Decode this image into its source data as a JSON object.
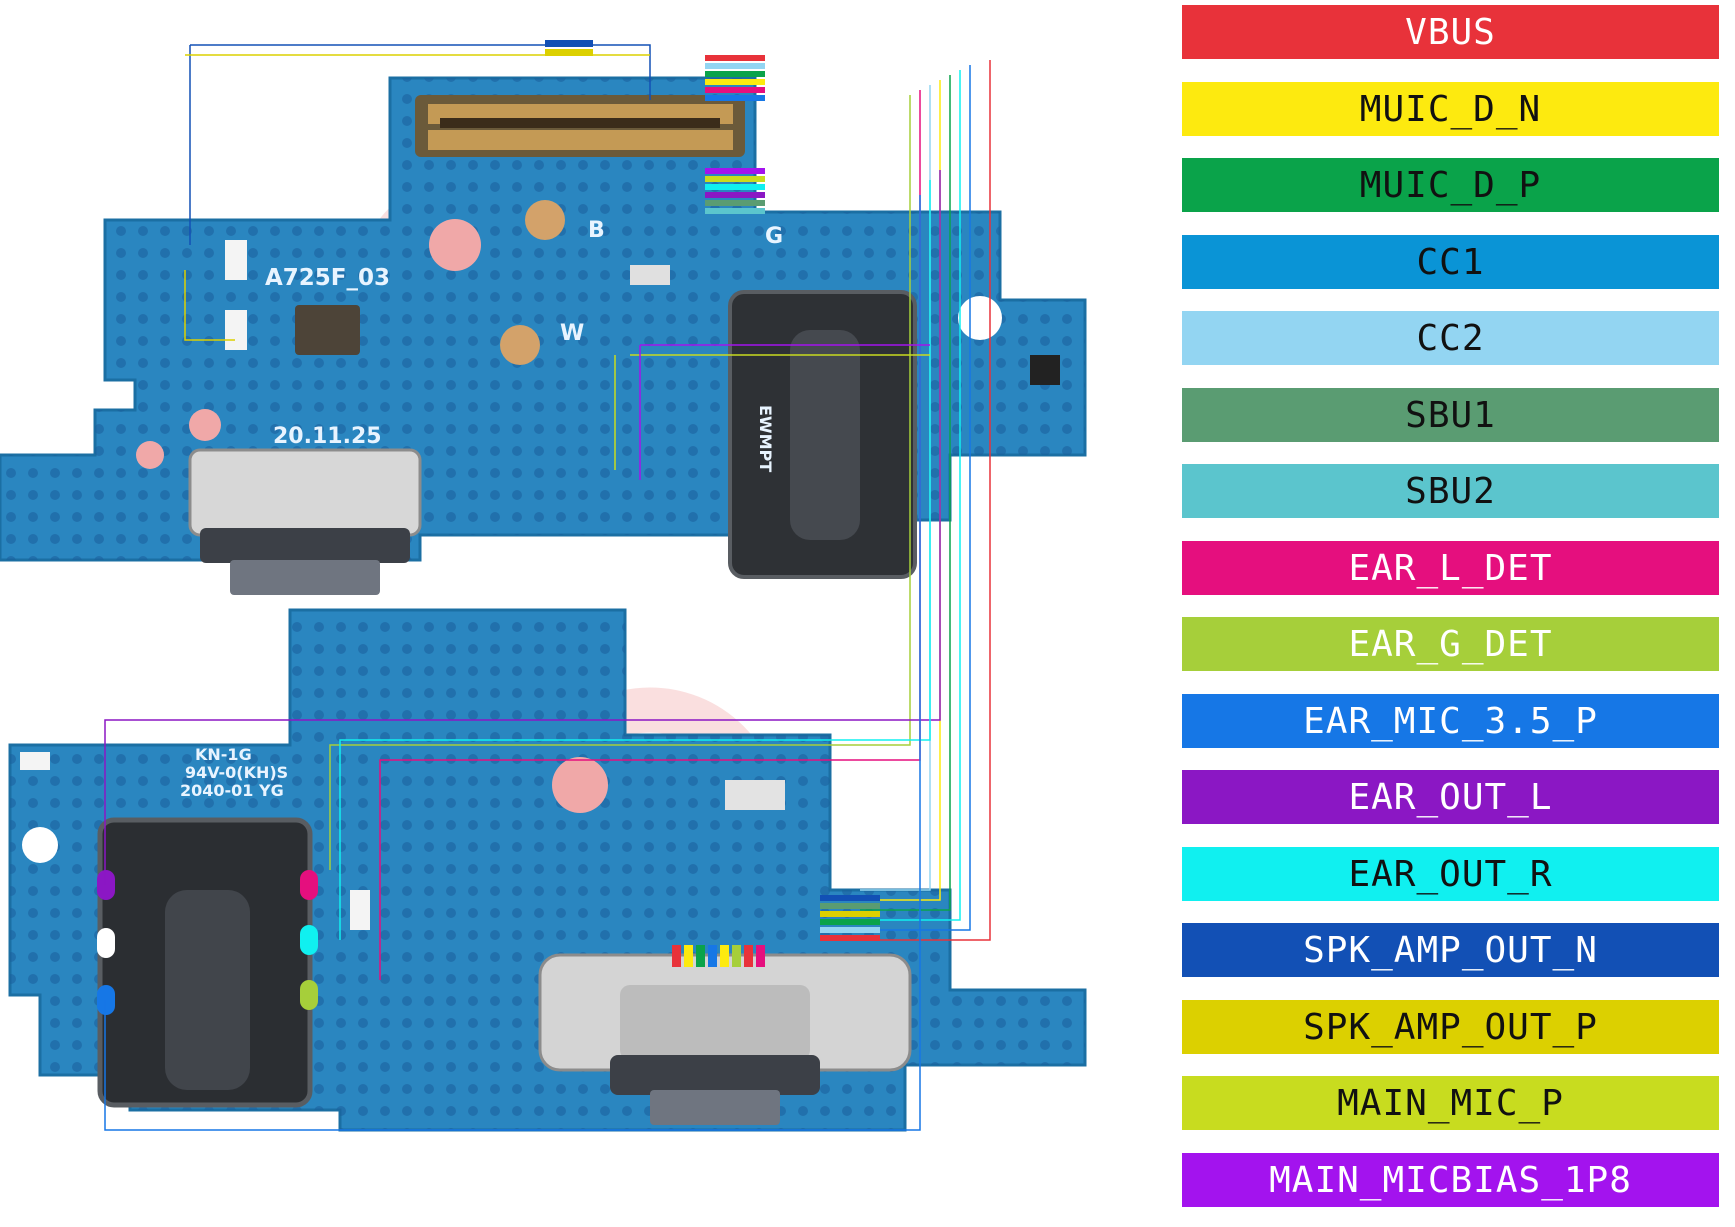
{
  "board": {
    "label_model": "A725F_03",
    "label_date": "20.11.25",
    "label_b": "B",
    "label_w": "W",
    "label_g": "G",
    "jack_marking": "EWMPT",
    "flex_marking": [
      "KN-1G",
      "94V-0(KH)S",
      "2040-01 YG"
    ]
  },
  "legend": [
    {
      "label": "VBUS",
      "bg": "#e8323a",
      "fg": "#ffffff"
    },
    {
      "label": "MUIC_D_N",
      "bg": "#fdea0f",
      "fg": "#111111"
    },
    {
      "label": "MUIC_D_P",
      "bg": "#0aa34a",
      "fg": "#111111"
    },
    {
      "label": "CC1",
      "bg": "#0a94d6",
      "fg": "#111111"
    },
    {
      "label": "CC2",
      "bg": "#93d5f2",
      "fg": "#111111"
    },
    {
      "label": "SBU1",
      "bg": "#5a9c72",
      "fg": "#111111"
    },
    {
      "label": "SBU2",
      "bg": "#5bc5cd",
      "fg": "#111111"
    },
    {
      "label": "EAR_L_DET",
      "bg": "#e50f7e",
      "fg": "#ffffff"
    },
    {
      "label": "EAR_G_DET",
      "bg": "#a6cf3a",
      "fg": "#ffffff"
    },
    {
      "label": "EAR_MIC_3.5_P",
      "bg": "#1677e6",
      "fg": "#ffffff"
    },
    {
      "label": "EAR_OUT_L",
      "bg": "#8b17c4",
      "fg": "#ffffff"
    },
    {
      "label": "EAR_OUT_R",
      "bg": "#10f0f0",
      "fg": "#111111"
    },
    {
      "label": "SPK_AMP_OUT_N",
      "bg": "#1250b5",
      "fg": "#ffffff"
    },
    {
      "label": "SPK_AMP_OUT_P",
      "bg": "#dcd000",
      "fg": "#111111"
    },
    {
      "label": "MAIN_MIC_P",
      "bg": "#c8dc1f",
      "fg": "#111111"
    },
    {
      "label": "MAIN_MICBIAS_1P8",
      "bg": "#a313ee",
      "fg": "#ffffff"
    }
  ]
}
